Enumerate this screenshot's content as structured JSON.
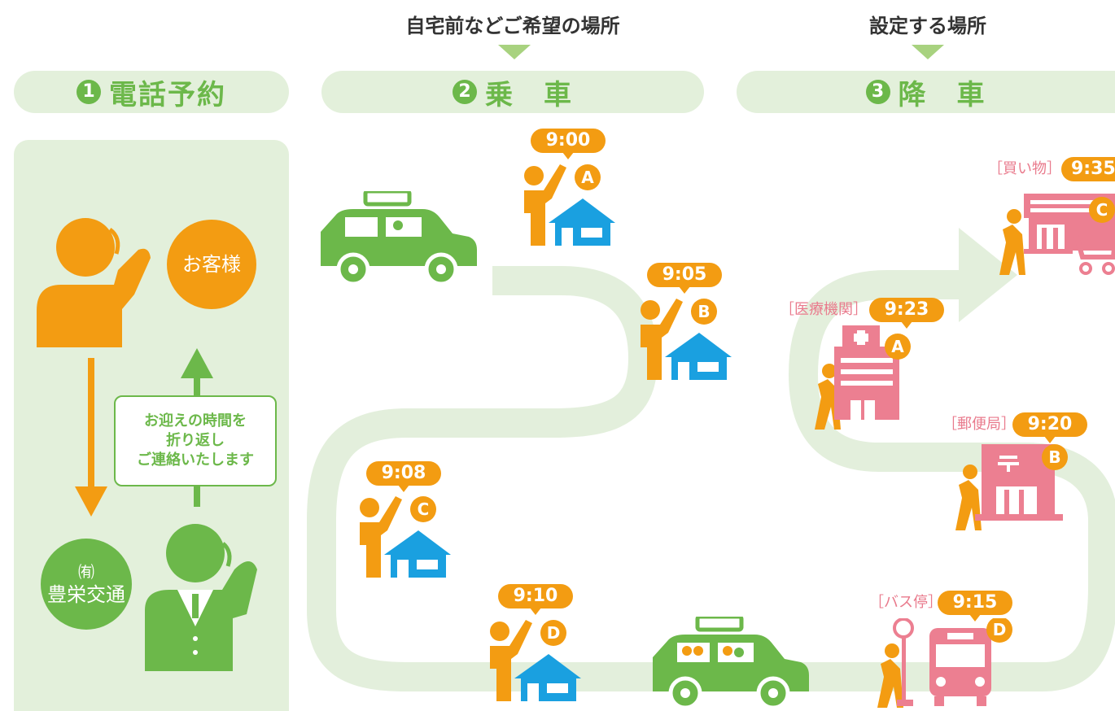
{
  "header": {
    "pickup_note": "自宅前などご希望の場所",
    "dropoff_note": "設定する場所"
  },
  "steps": [
    {
      "num": "1",
      "label": "電話予約"
    },
    {
      "num": "2",
      "label": "乗　車"
    },
    {
      "num": "3",
      "label": "降　車"
    }
  ],
  "phone_panel": {
    "customer": "お客様",
    "company_line1": "㈲",
    "company_line2": "豊栄交通",
    "callback_line1": "お迎えの時間を",
    "callback_line2": "折り返し",
    "callback_line3": "ご連絡いたします"
  },
  "pickups": [
    {
      "time": "9:00",
      "letter": "A"
    },
    {
      "time": "9:05",
      "letter": "B"
    },
    {
      "time": "9:08",
      "letter": "C"
    },
    {
      "time": "9:10",
      "letter": "D"
    }
  ],
  "dropoffs": [
    {
      "place": "［バス停］",
      "time": "9:15",
      "letter": "D"
    },
    {
      "place": "［郵便局］",
      "time": "9:20",
      "letter": "B"
    },
    {
      "place": "［医療機関］",
      "time": "9:23",
      "letter": "A"
    },
    {
      "place": "［買い物］",
      "time": "9:35",
      "letter": "C"
    }
  ],
  "colors": {
    "green": "#6cb84a",
    "light_green": "#e3f0db",
    "orange": "#f39c12",
    "blue": "#1aa0e0",
    "pink": "#ec7f91",
    "route": "#e3efdc"
  }
}
